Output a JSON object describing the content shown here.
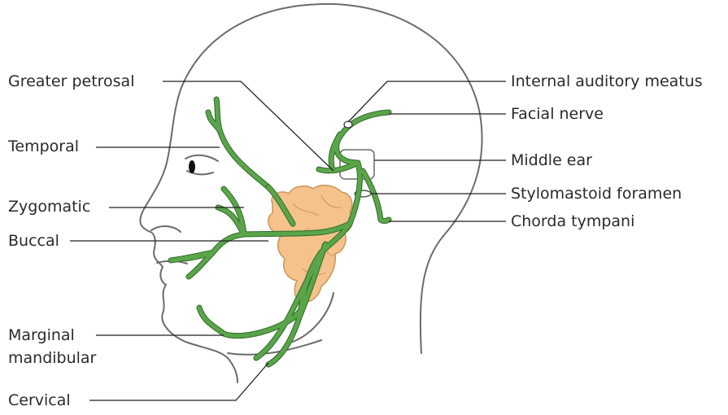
{
  "labels": {
    "greater_petrosal": "Greater petrosal",
    "temporal": "Temporal",
    "zygomatic": "Zygomatic",
    "buccal": "Buccal",
    "marginal_mandibular_1": "Marginal",
    "marginal_mandibular_2": "mandibular",
    "cervical": "Cervical",
    "internal_auditory_meatus": "Internal auditory meatus",
    "facial_nerve": "Facial nerve",
    "middle_ear": "Middle ear",
    "stylomastoid_foramen": "Stylomastoid foramen",
    "chorda_tympani": "Chorda tympani"
  },
  "colors": {
    "nerve": "#5aa54a",
    "nerve_outline": "#2f6b28",
    "gland": "#f4c28a",
    "gland_outline": "#c9955a",
    "head_outline": "#6b6b6b",
    "leader": "#222222",
    "text": "#2a2a2a"
  }
}
